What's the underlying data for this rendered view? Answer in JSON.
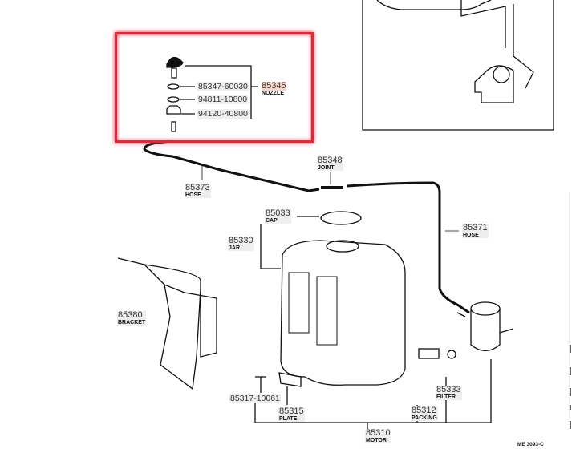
{
  "diagram": {
    "nozzle_parts": {
      "part1": "85347-60030",
      "part2": "94811-10800",
      "part3": "94120-40800"
    },
    "labels": {
      "nozzle": {
        "num": "85345",
        "name": "NOZZLE"
      },
      "joint": {
        "num": "85348",
        "name": "JOINT"
      },
      "hose1": {
        "num": "85373",
        "name": "HOSE"
      },
      "cap": {
        "num": "85033",
        "name": "CAP"
      },
      "jar": {
        "num": "85330",
        "name": "JAR"
      },
      "hose2": {
        "num": "85371",
        "name": "HOSE"
      },
      "bracket": {
        "num": "85380",
        "name": "BRACKET"
      },
      "bolt": {
        "num": "85317-10061"
      },
      "plate": {
        "num": "85315",
        "name": "PLATE"
      },
      "packing": {
        "num": "85312",
        "name": "PACKING"
      },
      "filter": {
        "num": "85333",
        "name": "FILTER"
      },
      "motor": {
        "num": "85310",
        "name": "MOTOR"
      }
    },
    "reference": "ME 3093-C",
    "highlight_color": "#e0283c"
  }
}
